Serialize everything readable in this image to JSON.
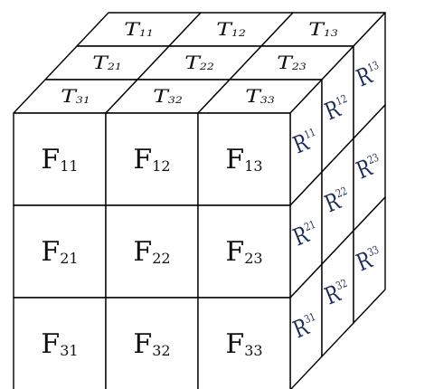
{
  "front_face": {
    "base": "F",
    "cells": [
      [
        "11",
        "12",
        "13"
      ],
      [
        "21",
        "22",
        "23"
      ],
      [
        "31",
        "32",
        "33"
      ]
    ]
  },
  "top_face": {
    "base": "T",
    "cells": [
      [
        "11",
        "12",
        "13"
      ],
      [
        "21",
        "22",
        "23"
      ],
      [
        "31",
        "32",
        "33"
      ]
    ]
  },
  "right_face": {
    "base": "R",
    "cells": [
      [
        "11",
        "12",
        "13"
      ],
      [
        "21",
        "22",
        "23"
      ],
      [
        "31",
        "32",
        "33"
      ]
    ]
  },
  "colors": {
    "line": "#000000",
    "fill": "#ffffff",
    "text": "#111111",
    "right_text": "#1c2a55"
  }
}
